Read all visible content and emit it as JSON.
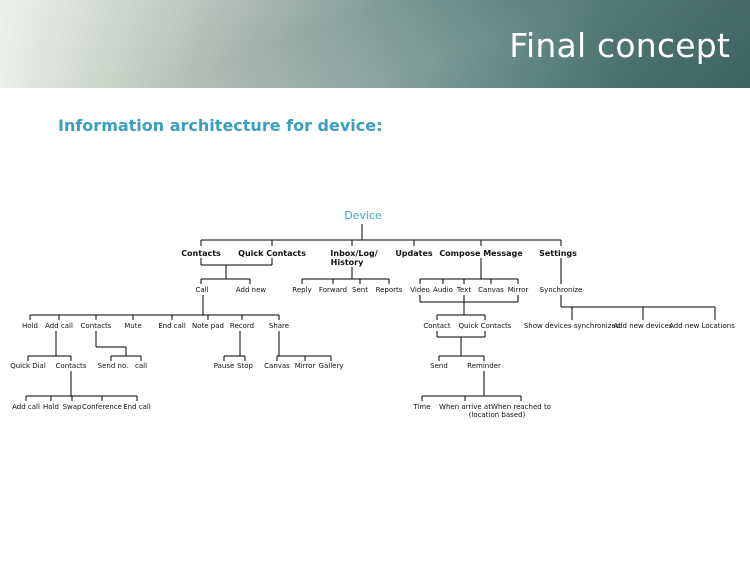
{
  "header": {
    "title": "Final concept"
  },
  "subtitle": "Information architecture for device:",
  "tree": {
    "root": "Device",
    "level1": {
      "contacts": "Contacts",
      "quick_contacts": "Quick Contacts",
      "inbox_line1": "Inbox/Log/",
      "inbox_line2": "History",
      "updates": "Updates",
      "compose": "Compose Message",
      "settings": "Settings"
    },
    "contacts_branch": {
      "call": "Call",
      "add_new": "Add new",
      "call_children": {
        "hold": "Hold",
        "add_call": "Add call",
        "contacts": "Contacts",
        "mute": "Mute",
        "end_call": "End call",
        "note_pad": "Note pad",
        "record": "Record",
        "share": "Share"
      },
      "add_call_children": {
        "quick_dial": "Quick Dial",
        "contacts": "Contacts"
      },
      "contacts_children": {
        "send_no": "Send no.",
        "call": "call"
      },
      "record_children": {
        "pause": "Pause",
        "stop": "Stop"
      },
      "share_children": {
        "canvas": "Canvas",
        "mirror": "Mirror",
        "gallery": "Gallery"
      },
      "sub_contacts_children": {
        "add_call": "Add call",
        "hold": "Hold",
        "swap": "Swap",
        "conference": "Conference",
        "end_call": "End call"
      }
    },
    "inbox_branch": {
      "reply": "Reply",
      "forward": "Forward",
      "sent": "Sent",
      "reports": "Reports"
    },
    "compose_branch": {
      "video": "Video",
      "audio": "Audio",
      "text": "Text",
      "canvas": "Canvas",
      "mirror": "Mirror",
      "contact": "Contact",
      "quick_contacts": "Quick Contacts",
      "send": "Send",
      "reminder": "Reminder",
      "time": "Time",
      "when_arrive": "When arrive at",
      "when_reached": "When reached to",
      "location_based": "(location based)"
    },
    "settings_branch": {
      "synchronize": "Synchronize",
      "show_devices": "Show devices synchronized",
      "add_new_devices": "Add new devices",
      "add_new_locations": "Add new Locations"
    }
  }
}
